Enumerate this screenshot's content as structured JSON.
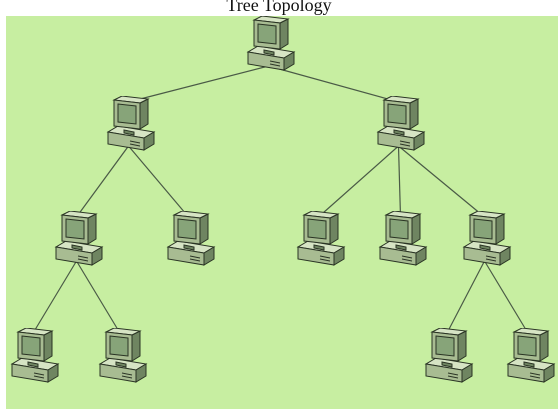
{
  "caption": "Tree Topology",
  "colors": {
    "background": "#c7eea1",
    "link": "#4a5a46",
    "case_face": "#a8bc92",
    "case_top": "#d6e4c4",
    "case_side": "#6f8561",
    "screen": "#87a479",
    "outline": "#2a3424"
  },
  "diagram": {
    "type": "tree-topology",
    "node_icon": "desktop-computer-icon",
    "nodes": [
      {
        "id": "root"
      },
      {
        "id": "l1-left",
        "parent": "root"
      },
      {
        "id": "l1-right",
        "parent": "root"
      },
      {
        "id": "l2-a",
        "parent": "l1-left"
      },
      {
        "id": "l2-b",
        "parent": "l1-left"
      },
      {
        "id": "l2-c",
        "parent": "l1-right"
      },
      {
        "id": "l2-d",
        "parent": "l1-right"
      },
      {
        "id": "l2-e",
        "parent": "l1-right"
      },
      {
        "id": "l3-a",
        "parent": "l2-a"
      },
      {
        "id": "l3-b",
        "parent": "l2-a"
      },
      {
        "id": "l3-c",
        "parent": "l2-e"
      },
      {
        "id": "l3-d",
        "parent": "l2-e"
      }
    ]
  }
}
